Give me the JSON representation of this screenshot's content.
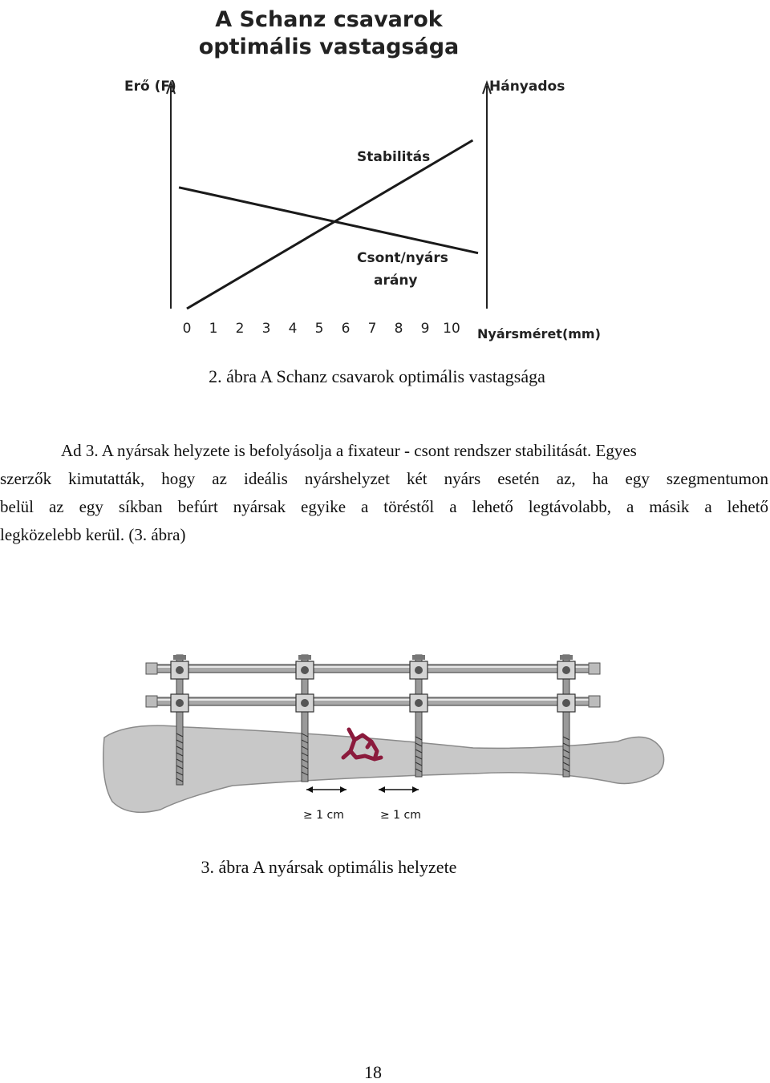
{
  "figure1": {
    "title_line1": "A Schanz csavarok",
    "title_line2": "optimális vastagsága",
    "chart_data": {
      "type": "line",
      "left_axis_label": "Erő (F)",
      "right_axis_label": "Hányados",
      "xlabel": "Nyársméret(mm)",
      "x_ticks": [
        "0",
        "1",
        "2",
        "3",
        "4",
        "5",
        "6",
        "7",
        "8",
        "9",
        "10"
      ],
      "xlim": [
        0,
        10
      ],
      "series": [
        {
          "name": "Stabilitás",
          "x": [
            0,
            10.8
          ],
          "y": [
            0,
            1.0
          ]
        },
        {
          "name_line1": "Csont/nyárs",
          "name_line2": "arány",
          "x": [
            -0.3,
            11.0
          ],
          "y": [
            0.72,
            0.33
          ]
        }
      ],
      "grid": false
    },
    "caption": "2. ábra A Schanz csavarok optimális vastagsága"
  },
  "paragraph": {
    "line1": "Ad 3.  A nyársak helyzete is befolyásolja a fixateur - csont rendszer stabilitását. Egyes",
    "line2": "szerzők kimutatták, hogy az ideális nyárshelyzet két nyárs esetén az, ha egy szegmentumon",
    "line3": "belül az egy síkban befúrt nyársak egyike a töréstől a lehető legtávolabb, a másik a lehető",
    "line4": "legközelebb kerül. (3. ábra)"
  },
  "figure2": {
    "distance_label_left": "≥ 1 cm",
    "distance_label_right": "≥ 1 cm",
    "caption": "3. ábra A nyársak optimális helyzete",
    "colors": {
      "bone": "#c8c8c8",
      "fracture": "#8b1a3c",
      "metal": "#9a9a9a"
    }
  },
  "page_number": "18"
}
